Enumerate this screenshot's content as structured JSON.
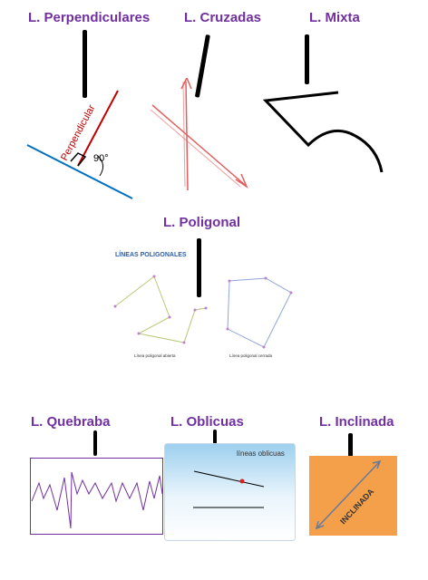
{
  "titles": {
    "perpendiculares": "L. Perpendiculares",
    "cruzadas": "L. Cruzadas",
    "mixta": "L. Mixta",
    "poligonal": "L. Poligonal",
    "quebrada": "L. Quebraba",
    "oblicuas": "L. Oblicuas",
    "inclinada": "L. Inclinada"
  },
  "perpendicular": {
    "label": "Perpendicular",
    "angle": "90°"
  },
  "poligonal": {
    "heading": "LÍNEAS POLIGONALES",
    "open_caption": "Línea poligonal abierta",
    "closed_caption": "Línea poligonal cerrada"
  },
  "oblicuas": {
    "caption": "líneas oblicuas"
  },
  "inclinada": {
    "label": "INCLINADA"
  },
  "colors": {
    "title": "#7030a0",
    "perpendicular_red": "#c00000",
    "perpendicular_blue": "#0070c0",
    "cruzadas": "#e06060",
    "poligonal_open": "#b8c878",
    "poligonal_closed": "#8fa6d8",
    "quebrada": "#7030a0",
    "inclinada_bg": "#f4a04a"
  }
}
